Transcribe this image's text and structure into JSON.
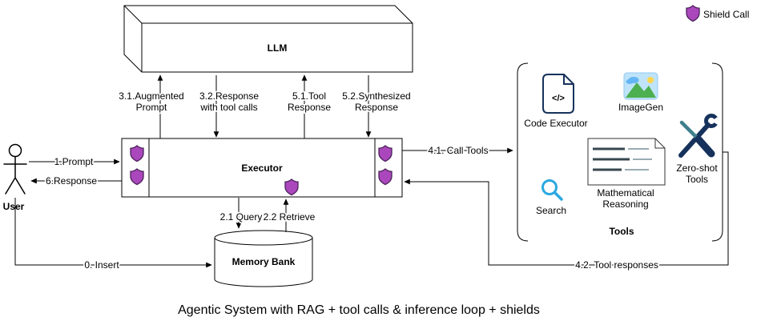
{
  "title": "Agentic System with RAG + tool calls & inference loop + shields",
  "legend": {
    "label": "Shield Call"
  },
  "nodes": {
    "llm": {
      "label": "LLM"
    },
    "executor": {
      "label": "Executor"
    },
    "memory_bank": {
      "label": "Memory Bank"
    },
    "user": {
      "label": "User"
    },
    "tools": {
      "group_label": "Tools",
      "code_executor": {
        "label": "Code Executor",
        "glyph": "</>"
      },
      "imagegen": {
        "label": "ImageGen"
      },
      "search": {
        "label": "Search"
      },
      "math_reasoning": {
        "line1": "Mathematical",
        "line2": "Reasoning"
      },
      "zero_shot": {
        "line1": "Zero-shot",
        "line2": "Tools"
      }
    }
  },
  "edges": {
    "prompt": "1.Prompt",
    "response": "6.Response",
    "insert": "0. Insert",
    "augmented_prompt": {
      "line1": "3.1.Augmented",
      "line2": "Prompt"
    },
    "response_with_tool_calls": {
      "line1": "3.2.Response",
      "line2": "with tool calls"
    },
    "tool_response": {
      "line1": "5.1.Tool",
      "line2": "Response"
    },
    "synthesized_response": {
      "line1": "5.2.Synthesized",
      "line2": "Response"
    },
    "call_tools": "4.1. Call Tools",
    "tool_responses": "4.2. Tool responses",
    "query": "2.1 Query",
    "retrieve": "2.2 Retrieve"
  },
  "colors": {
    "shield_fill": "#ab47bc",
    "shield_stroke": "#4a235a",
    "line": "#000000",
    "icon_dark": "#16325c",
    "search_blue": "#29a8e0",
    "leaf_green": "#4caf50",
    "sky_blue": "#bfe3f8",
    "cloud_blue": "#64b5f6",
    "sun_yellow": "#ffd54f",
    "tool_teal": "#3f7f8c",
    "formula_dark": "#37474f"
  }
}
